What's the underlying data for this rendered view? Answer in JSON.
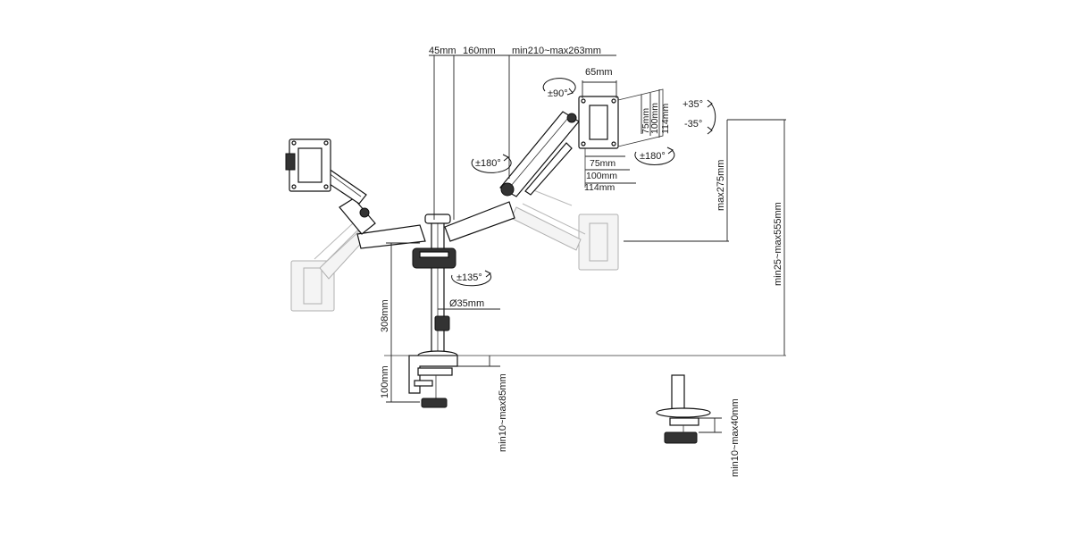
{
  "dimensions": {
    "offset_45": "45mm",
    "offset_160": "160mm",
    "arm_reach": "min210~max263mm",
    "arm_width_65": "65mm",
    "vesa_75_h": "75mm",
    "vesa_100_h": "100mm",
    "vesa_114_h": "114mm",
    "vesa_75_w": "75mm",
    "vesa_100_w": "100mm",
    "vesa_114_w": "114mm",
    "height_max275": "max275mm",
    "height_range": "min25~max555mm",
    "pole_height": "308mm",
    "pole_diameter": "Ø35mm",
    "clamp_height": "100mm",
    "desk_clamp_range": "min10~max85mm",
    "grommet_range": "min10~max40mm"
  },
  "rotations": {
    "rotate_90": "±90°",
    "swivel_180_arm": "±180°",
    "swivel_180_head": "±180°",
    "swivel_135": "±135°",
    "tilt_up": "+35°",
    "tilt_down": "-35°"
  }
}
